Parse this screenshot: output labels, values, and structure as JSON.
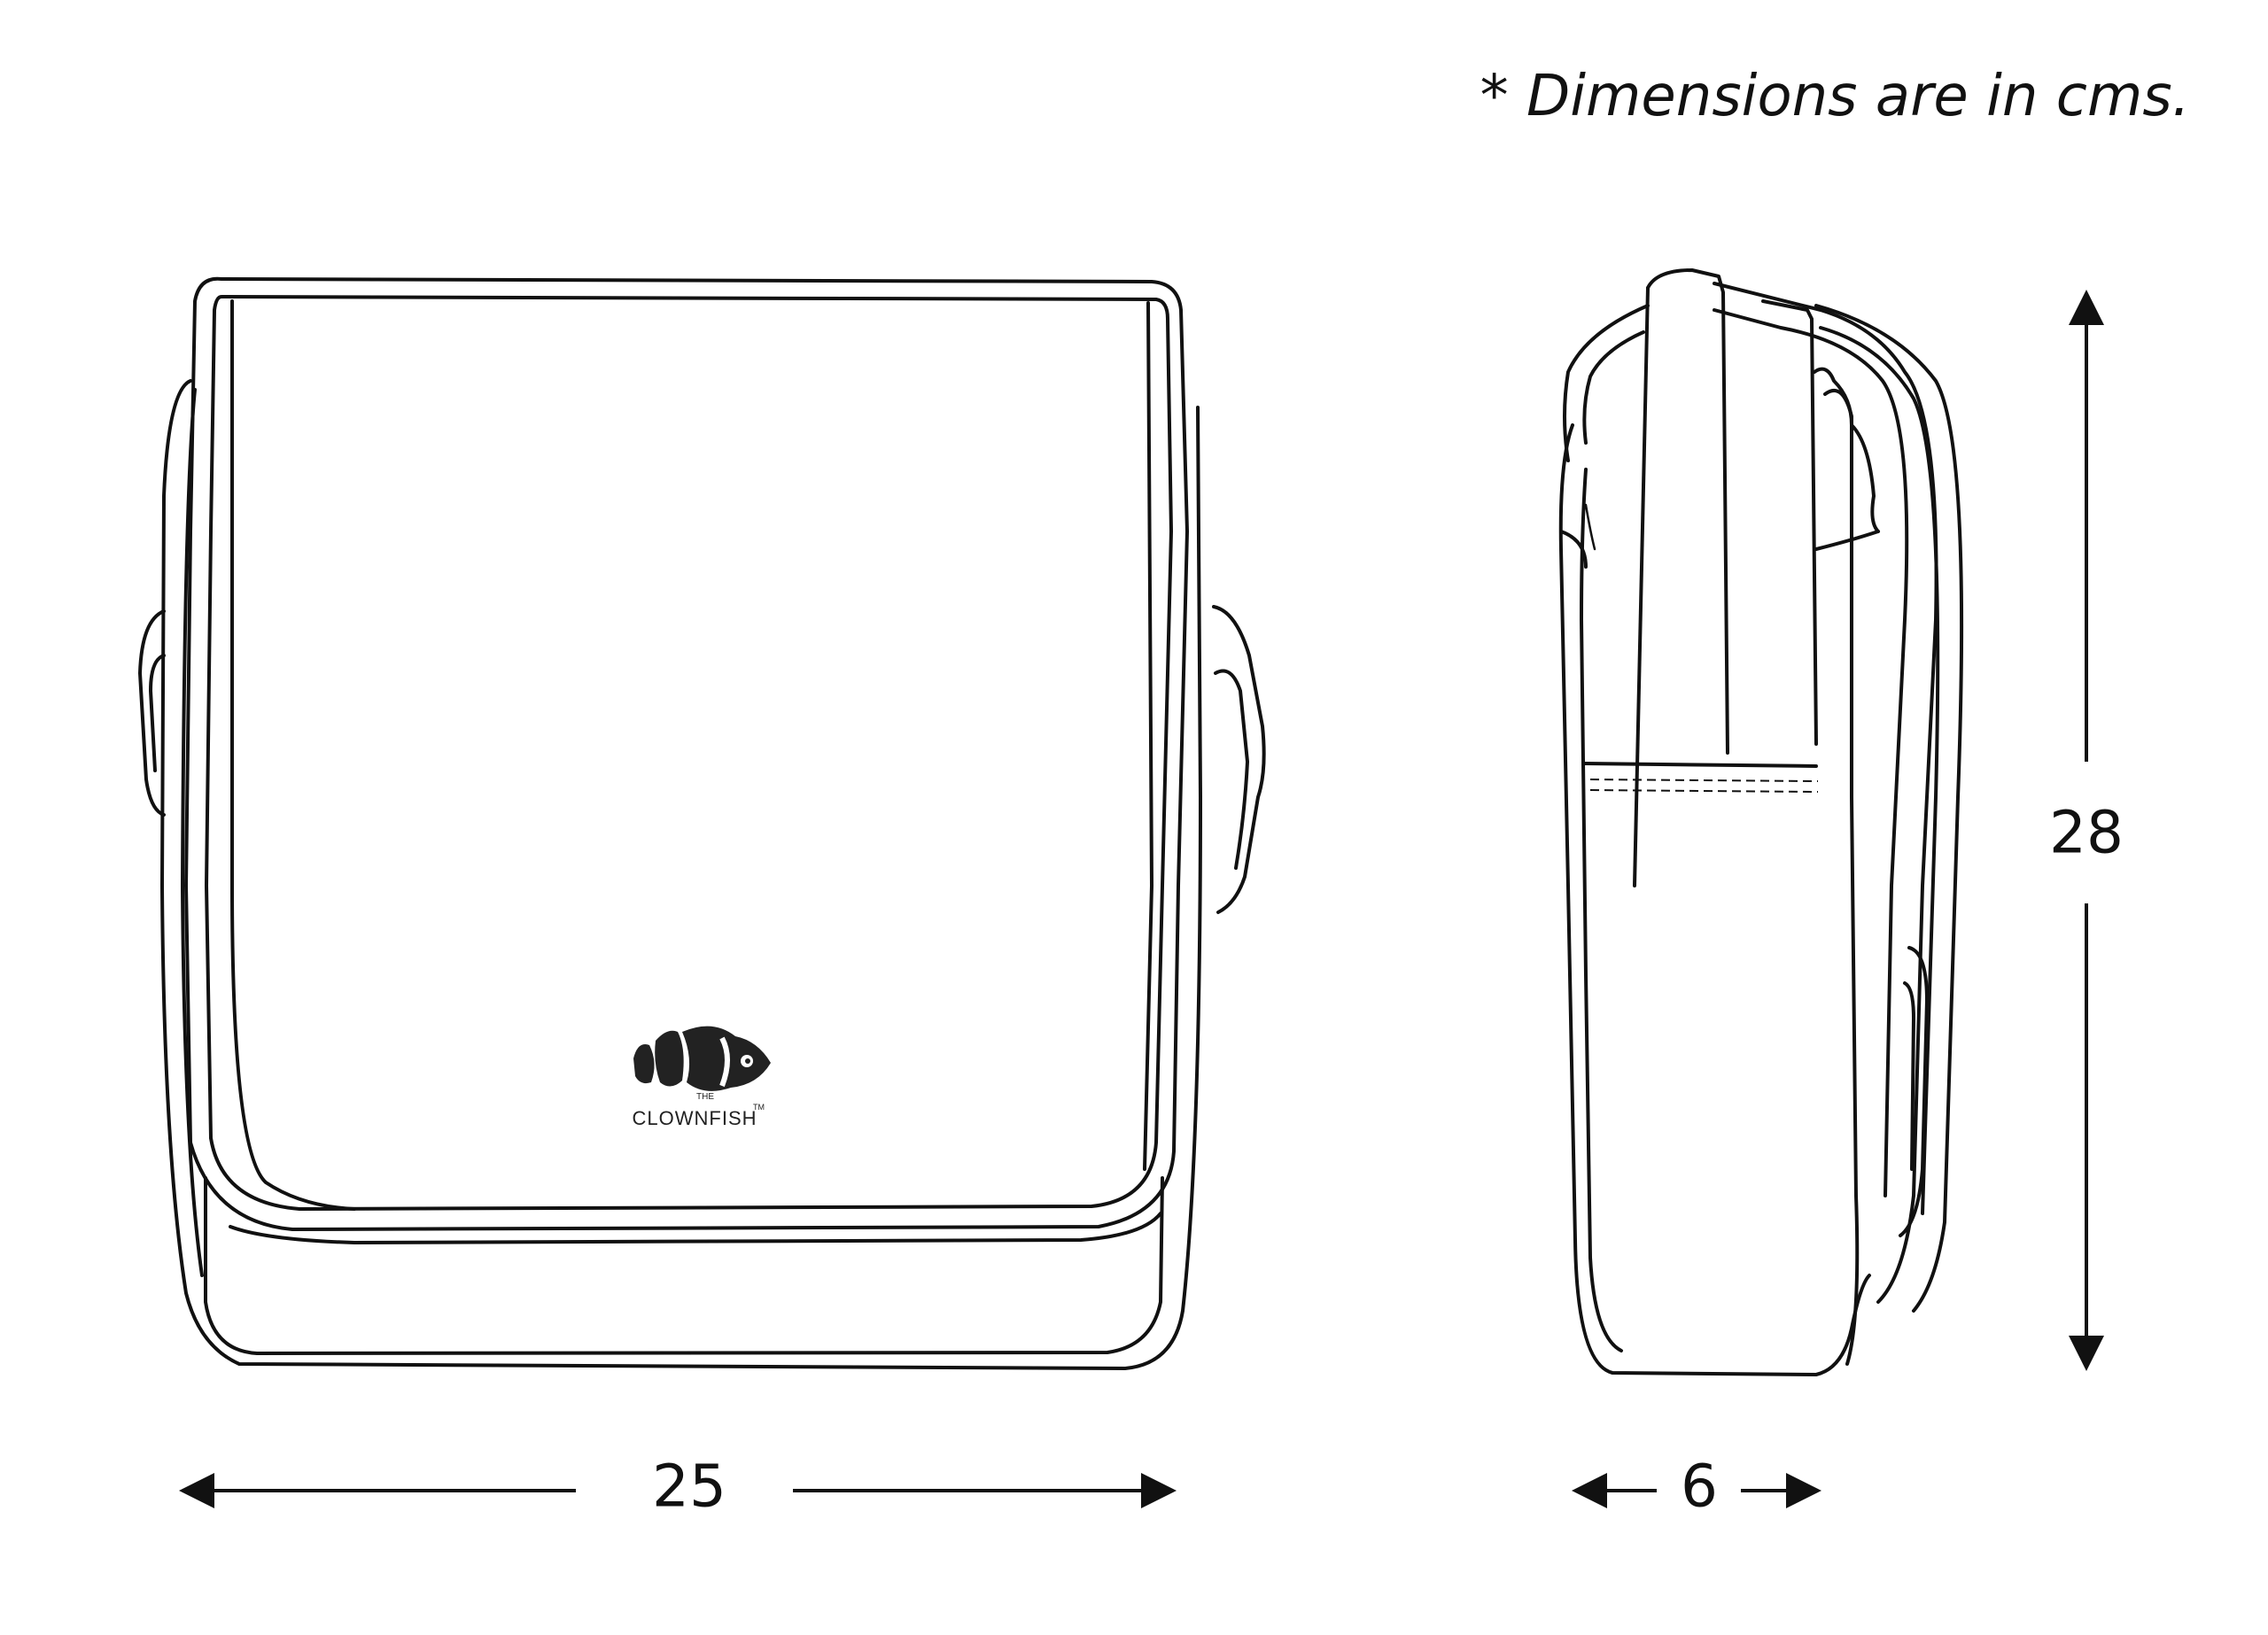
{
  "note": "* Dimensions are in cms.",
  "dimensions": {
    "width": "25",
    "depth": "6",
    "height": "28"
  },
  "logo": {
    "brand": "CLOWNFISH",
    "prefix": "THE",
    "trademark": "TM"
  },
  "colors": {
    "line": "#111111",
    "background": "#ffffff"
  }
}
